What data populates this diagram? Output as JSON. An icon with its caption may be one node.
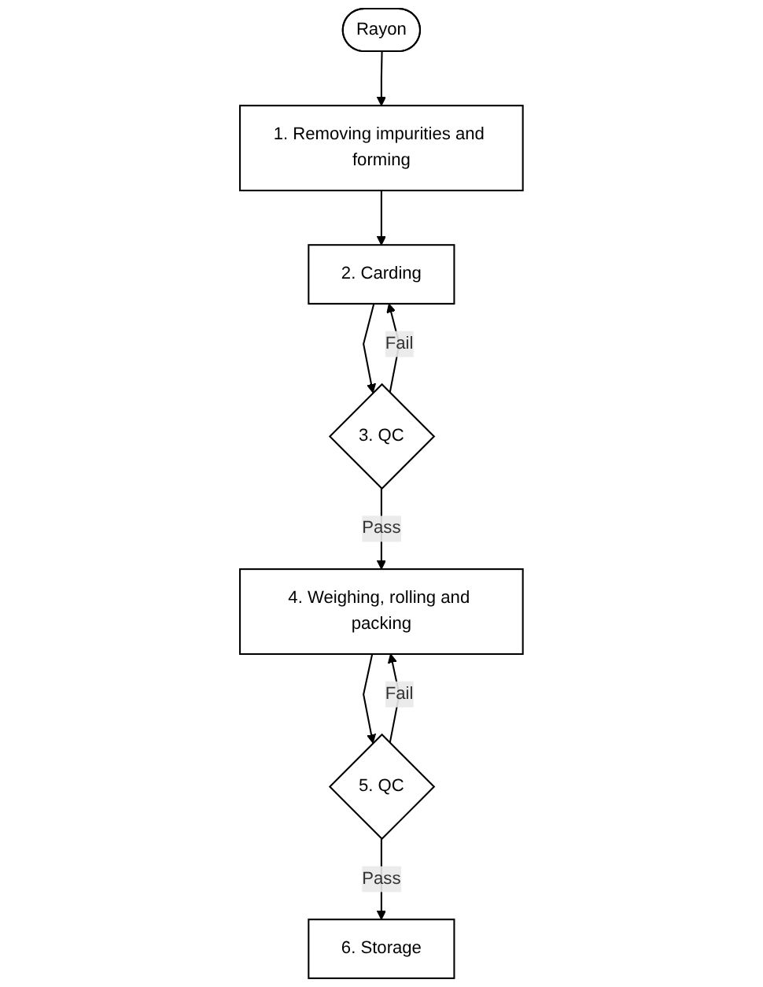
{
  "diagram": {
    "nodes": [
      {
        "text": [
          "Rayon"
        ]
      },
      {
        "text": [
          "1. Removing impurities and forming"
        ]
      },
      {
        "text": [
          "2. Carding"
        ]
      },
      {
        "text": [
          "3. QC"
        ]
      },
      {
        "text": [
          "4. Weighing, rolling and packing"
        ]
      },
      {
        "text": [
          "5. QC"
        ]
      },
      {
        "text": [
          "6. Storage"
        ]
      }
    ],
    "edges": [
      {
        "from": 0,
        "to": 1,
        "arrow": "to"
      },
      {
        "from": 1,
        "to": 2,
        "arrow": "to"
      },
      {
        "from": 2,
        "to": 3,
        "arrow": "to"
      },
      {
        "from": 3,
        "to": 4,
        "label": "Pass",
        "arrow": "to"
      },
      {
        "from": 3,
        "to": 2,
        "label": "Fail",
        "arrow": "to"
      },
      {
        "from": 4,
        "to": 5,
        "arrow": "to"
      },
      {
        "from": 5,
        "to": 6,
        "label": "Pass",
        "arrow": "to"
      },
      {
        "from": 5,
        "to": 4,
        "label": "Fail",
        "arrow": "to"
      }
    ]
  }
}
